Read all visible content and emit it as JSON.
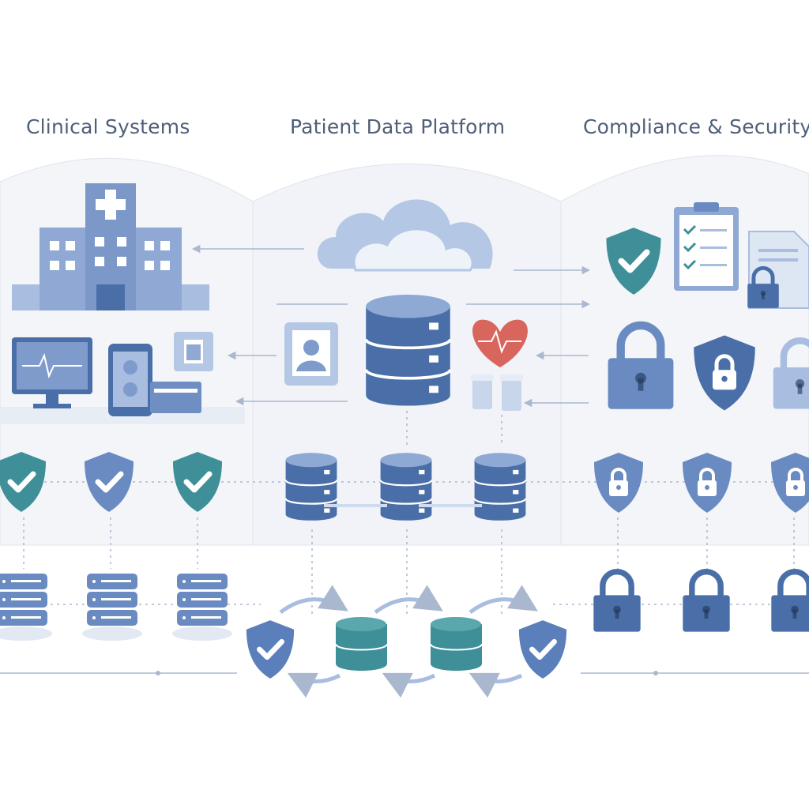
{
  "headings": {
    "left": "Clinical Systems",
    "middle": "Patient Data Platform",
    "right": "Compliance & Security"
  },
  "colors": {
    "dark_blue": "#4a6fa8",
    "mid_blue": "#7593c4",
    "light_blue": "#b4c7e4",
    "teal": "#3f8f99",
    "heart_red": "#d9665d",
    "panel": "#f3f5f9"
  }
}
